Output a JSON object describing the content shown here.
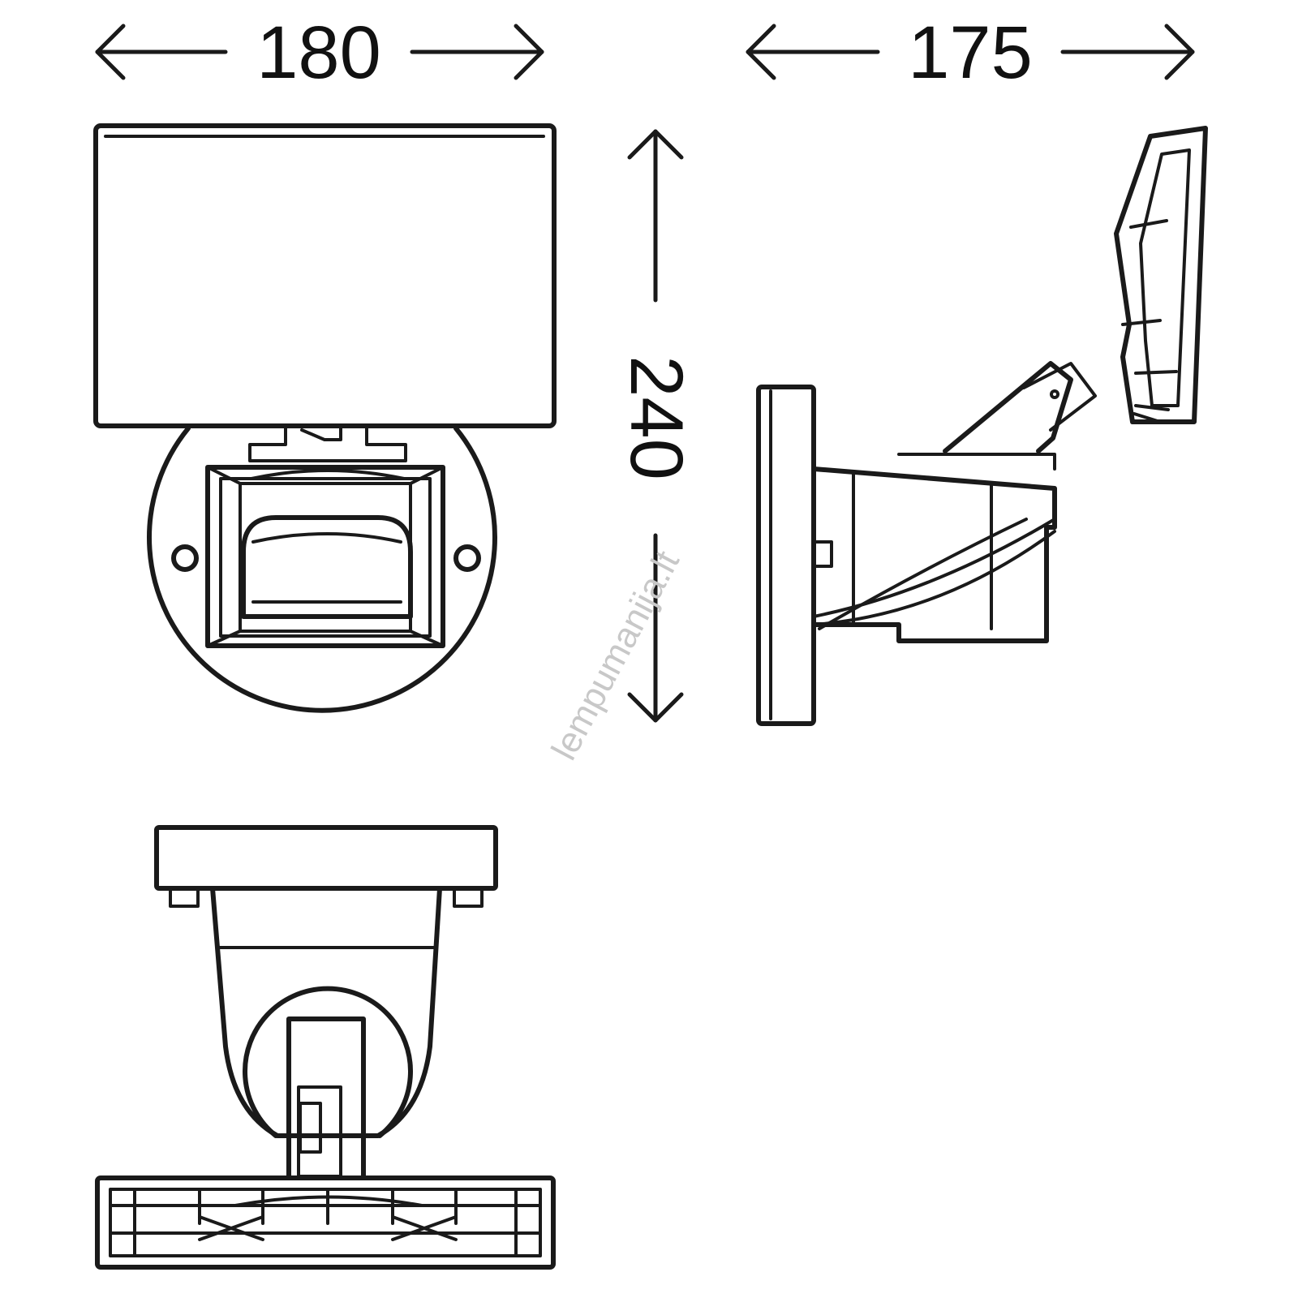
{
  "dimensions": {
    "front_width": "180",
    "side_depth": "175",
    "height": "240"
  },
  "watermark": "lempumanija.lt",
  "colors": {
    "line": "#1a1a1a",
    "background": "#ffffff",
    "watermark": "#c8c8c8"
  }
}
